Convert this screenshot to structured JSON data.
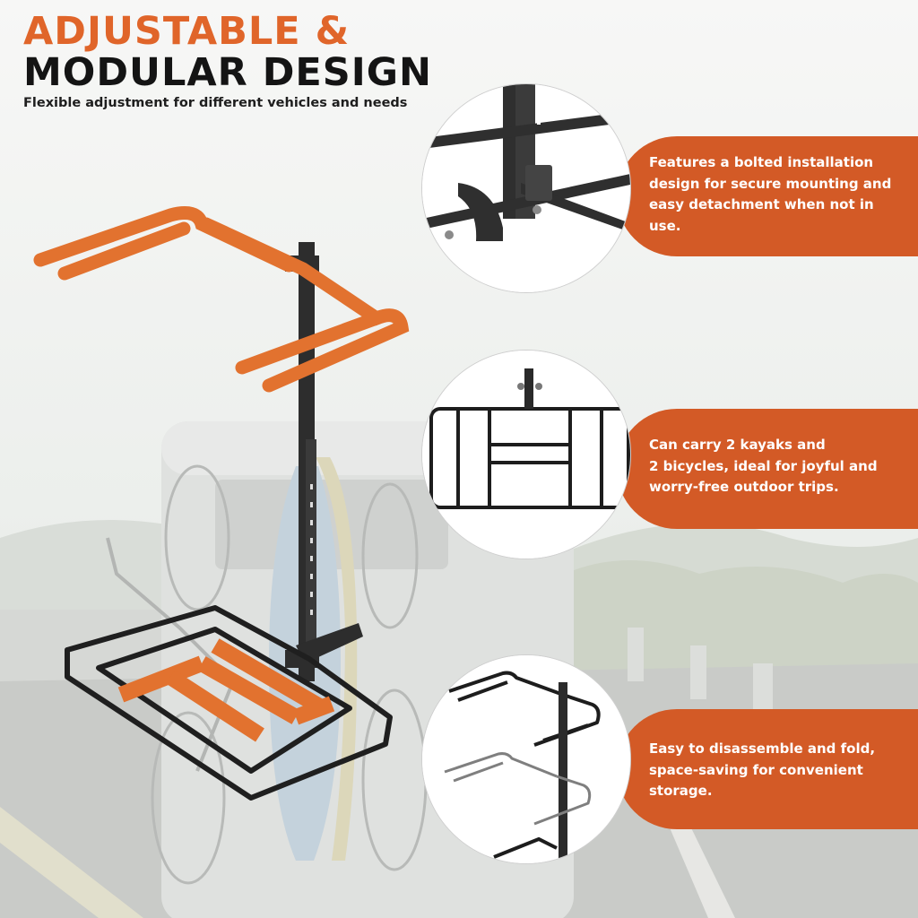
{
  "header": {
    "title_line1": "ADJUSTABLE &",
    "title_line2": "MODULAR DESIGN",
    "subtitle": "Flexible adjustment for different vehicles and needs"
  },
  "features": [
    {
      "text": "Features a bolted installation design for secure mounting and easy detachment when not in use.",
      "lines": [
        "Features a bolted installation",
        "design for secure mounting and",
        "easy detachment when not in",
        "use."
      ]
    },
    {
      "text": "Can carry 2 kayaks and 2 bicycles, ideal for joyful and worry-free outdoor trips.",
      "lines": [
        "Can carry 2 kayaks and",
        "2 bicycles, ideal for joyful and",
        "worry-free outdoor trips."
      ]
    },
    {
      "text": "Easy to disassemble and fold, space-saving for convenient storage.",
      "lines": [
        "Easy to disassemble and fold,",
        "space-saving for convenient",
        "storage."
      ]
    }
  ],
  "colors": {
    "accent": "#e0652a",
    "pill": "#d35a26",
    "dark": "#141414"
  }
}
